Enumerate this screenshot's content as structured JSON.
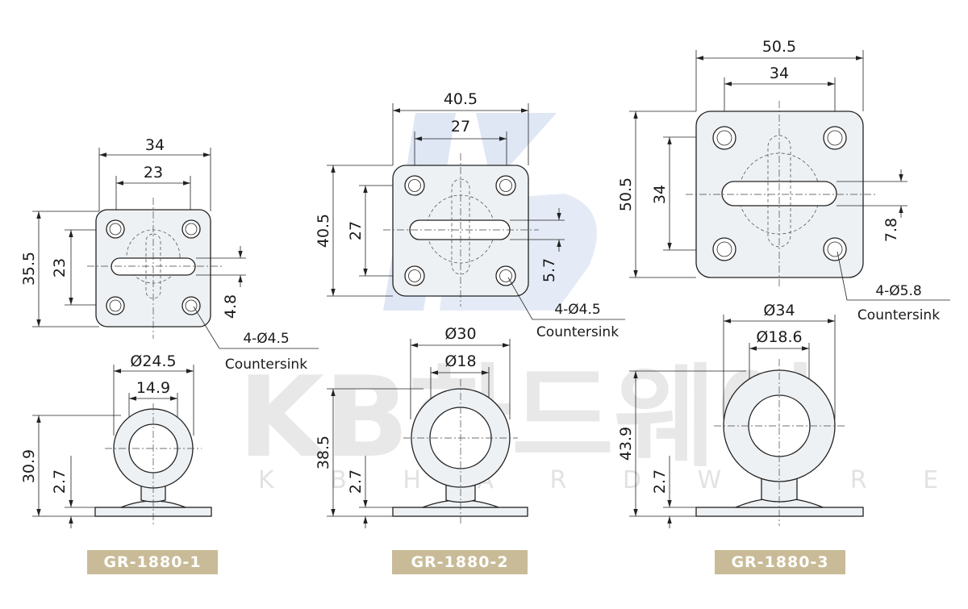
{
  "watermark": {
    "brand_korean": "KB하드웨어",
    "brand_english": "K B H A R D W A R E"
  },
  "models": [
    {
      "label": "GR-1880-1",
      "plan": {
        "width_outer": "34",
        "width_holes": "23",
        "height_outer": "35.5",
        "height_holes": "23",
        "slot_offset": "4.8",
        "holes_note": "4-Ø4.5",
        "holes_type": "Countersink"
      },
      "side": {
        "ring_outer": "Ø24.5",
        "ring_inner": "14.9",
        "height": "30.9",
        "base_thickness": "2.7"
      }
    },
    {
      "label": "GR-1880-2",
      "plan": {
        "width_outer": "40.5",
        "width_holes": "27",
        "height_outer": "40.5",
        "height_holes": "27",
        "slot_offset": "5.7",
        "holes_note": "4-Ø4.5",
        "holes_type": "Countersink"
      },
      "side": {
        "ring_outer": "Ø30",
        "ring_inner": "Ø18",
        "height": "38.5",
        "base_thickness": "2.7"
      }
    },
    {
      "label": "GR-1880-3",
      "plan": {
        "width_outer": "50.5",
        "width_holes": "34",
        "height_outer": "50.5",
        "height_holes": "34",
        "slot_offset": "7.8",
        "holes_note": "4-Ø5.8",
        "holes_type": "Countersink"
      },
      "side": {
        "ring_outer": "Ø34",
        "ring_inner": "Ø18.6",
        "height": "43.9",
        "base_thickness": "2.7"
      }
    }
  ],
  "colors": {
    "label_bg": "#c9bb97",
    "label_text": "#ffffff",
    "watermark": "#d7d7d7",
    "logo_blue": "#c5d3ec"
  }
}
